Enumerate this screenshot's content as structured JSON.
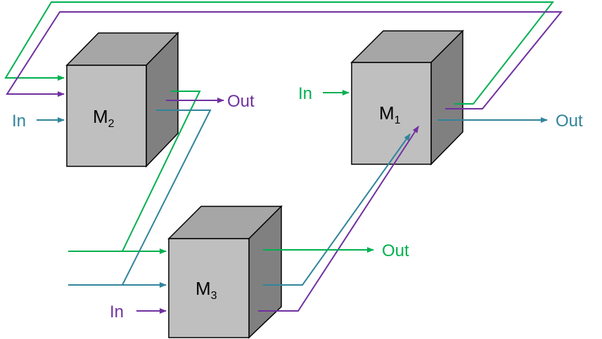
{
  "colors": {
    "green": "#00b050",
    "purple": "#7030a0",
    "teal": "#31849b",
    "box_front": "#bfbfbf",
    "box_top": "#a6a6a6",
    "box_side": "#808080",
    "box_edge": "#000000"
  },
  "boxes": {
    "m1": {
      "label": "M",
      "subscript": "1"
    },
    "m2": {
      "label": "M",
      "subscript": "2"
    },
    "m3": {
      "label": "M",
      "subscript": "3"
    }
  },
  "labels": {
    "m2_in": "In",
    "m2_out": "Out",
    "m1_in": "In",
    "m1_out": "Out",
    "m3_in": "In",
    "m3_out": "Out"
  }
}
